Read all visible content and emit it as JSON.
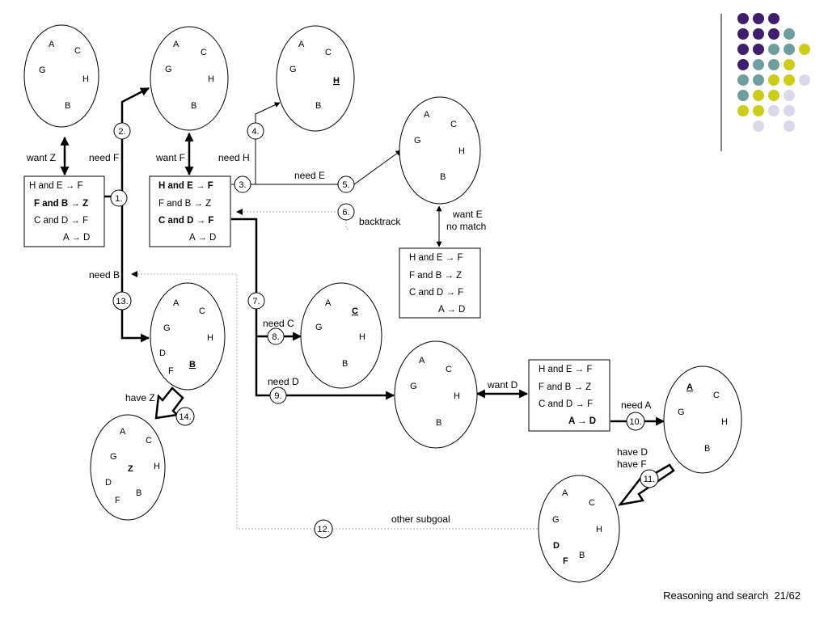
{
  "footer": {
    "slide_title": "Reasoning and search",
    "page": "21/62"
  },
  "colors": {
    "purple": "#3f1e6e",
    "teal": "#6e9e9e",
    "yellow": "#cccc19",
    "lavender": "#d9d9ea"
  },
  "ruleset": {
    "r1": "H and E",
    "r1_target": "F",
    "r2": "F and B",
    "r2_target": "Z",
    "r3": "C and D",
    "r3_target": "F",
    "r4": "A",
    "r4_target": "D"
  },
  "steps": {
    "s1": "1.",
    "s2": "2.",
    "s3": "3.",
    "s4": "4.",
    "s5": "5.",
    "s6": "6.",
    "s7": "7.",
    "s8": "8.",
    "s9": "9.",
    "s10": "10.",
    "s11": "11.",
    "s12": "12.",
    "s13": "13.",
    "s14": "14."
  },
  "edge_labels": {
    "want_z": "want Z",
    "need_f": "need F",
    "want_f": "want F",
    "need_h": "need H",
    "need_e": "need E",
    "backtrack": "backtrack",
    "want_e_line1": "want E",
    "want_e_line2": "no match",
    "need_b": "need B",
    "need_c": "need C",
    "need_d": "need D",
    "want_d": "want D",
    "need_a": "need A",
    "have_d": "have D",
    "have_f": "have F",
    "have_z": "have Z",
    "other_subgoal": "other subgoal"
  },
  "memory": {
    "a": "A",
    "b": "B",
    "c": "C",
    "d": "D",
    "f": "F",
    "g": "G",
    "h": "H",
    "z": "Z"
  }
}
